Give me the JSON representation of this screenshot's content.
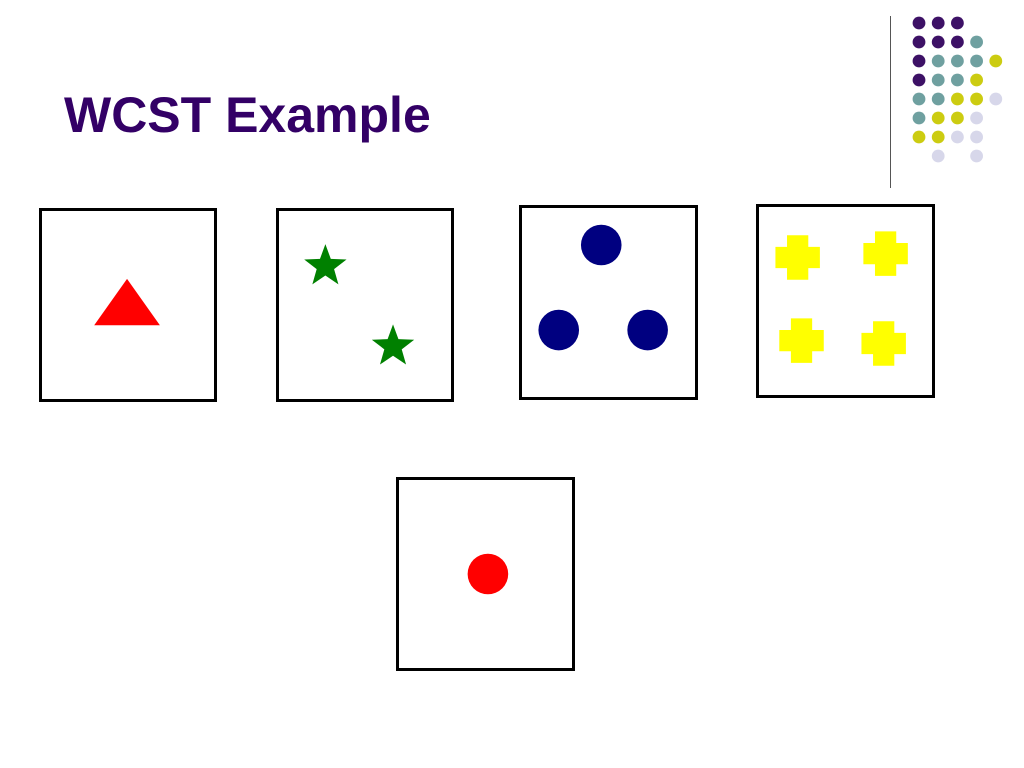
{
  "slide": {
    "title": "WCST Example"
  },
  "colors": {
    "title": "#330066",
    "card_border": "#000000",
    "red": "#ff0000",
    "green": "#008000",
    "blue": "#000080",
    "yellow": "#ffff00",
    "dot_purple": "#3d1166",
    "dot_teal": "#6fa0a0",
    "dot_olive": "#cccc11",
    "dot_lavender": "#d7d7ea"
  },
  "cards": [
    {
      "id": "response-card-1",
      "shape": "triangle",
      "count": 1,
      "color": "red"
    },
    {
      "id": "response-card-2",
      "shape": "star",
      "count": 2,
      "color": "green"
    },
    {
      "id": "response-card-3",
      "shape": "circle",
      "count": 3,
      "color": "blue"
    },
    {
      "id": "response-card-4",
      "shape": "cross",
      "count": 4,
      "color": "yellow"
    }
  ],
  "stimulus_card": {
    "id": "stimulus-card",
    "shape": "circle",
    "count": 1,
    "color": "red"
  },
  "decoration": {
    "dot_grid": [
      [
        "dot_purple",
        "dot_purple",
        "dot_purple"
      ],
      [
        "dot_purple",
        "dot_purple",
        "dot_purple",
        "dot_teal"
      ],
      [
        "dot_purple",
        "dot_teal",
        "dot_teal",
        "dot_teal",
        "dot_olive"
      ],
      [
        "dot_purple",
        "dot_teal",
        "dot_teal",
        "dot_olive"
      ],
      [
        "dot_teal",
        "dot_teal",
        "dot_olive",
        "dot_olive",
        "dot_lavender"
      ],
      [
        "dot_teal",
        "dot_olive",
        "dot_olive",
        "dot_lavender"
      ],
      [
        "dot_olive",
        "dot_olive",
        "dot_lavender",
        "dot_lavender"
      ],
      [
        "",
        "dot_lavender",
        "",
        "dot_lavender"
      ]
    ]
  }
}
